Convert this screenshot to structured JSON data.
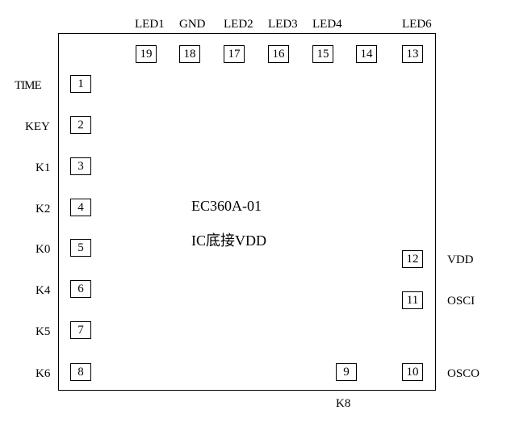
{
  "chip": {
    "part_number": "EC360A-01",
    "note": "IC底接VDD"
  },
  "left_pins": [
    {
      "num": "1",
      "label": "TIME"
    },
    {
      "num": "2",
      "label": "KEY"
    },
    {
      "num": "3",
      "label": "K1"
    },
    {
      "num": "4",
      "label": "K2"
    },
    {
      "num": "5",
      "label": "K0"
    },
    {
      "num": "6",
      "label": "K4"
    },
    {
      "num": "7",
      "label": "K5"
    },
    {
      "num": "8",
      "label": "K6"
    }
  ],
  "top_pins": [
    {
      "num": "19",
      "label": "LED1"
    },
    {
      "num": "18",
      "label": "GND"
    },
    {
      "num": "17",
      "label": "LED2"
    },
    {
      "num": "16",
      "label": "LED3"
    },
    {
      "num": "15",
      "label": "LED4"
    },
    {
      "num": "14",
      "label": ""
    },
    {
      "num": "13",
      "label": "LED6"
    }
  ],
  "right_pins": [
    {
      "num": "12",
      "label": "VDD"
    },
    {
      "num": "11",
      "label": "OSCI"
    },
    {
      "num": "10",
      "label": "OSCO"
    }
  ],
  "bottom_pins": [
    {
      "num": "9",
      "label": "K8"
    }
  ]
}
